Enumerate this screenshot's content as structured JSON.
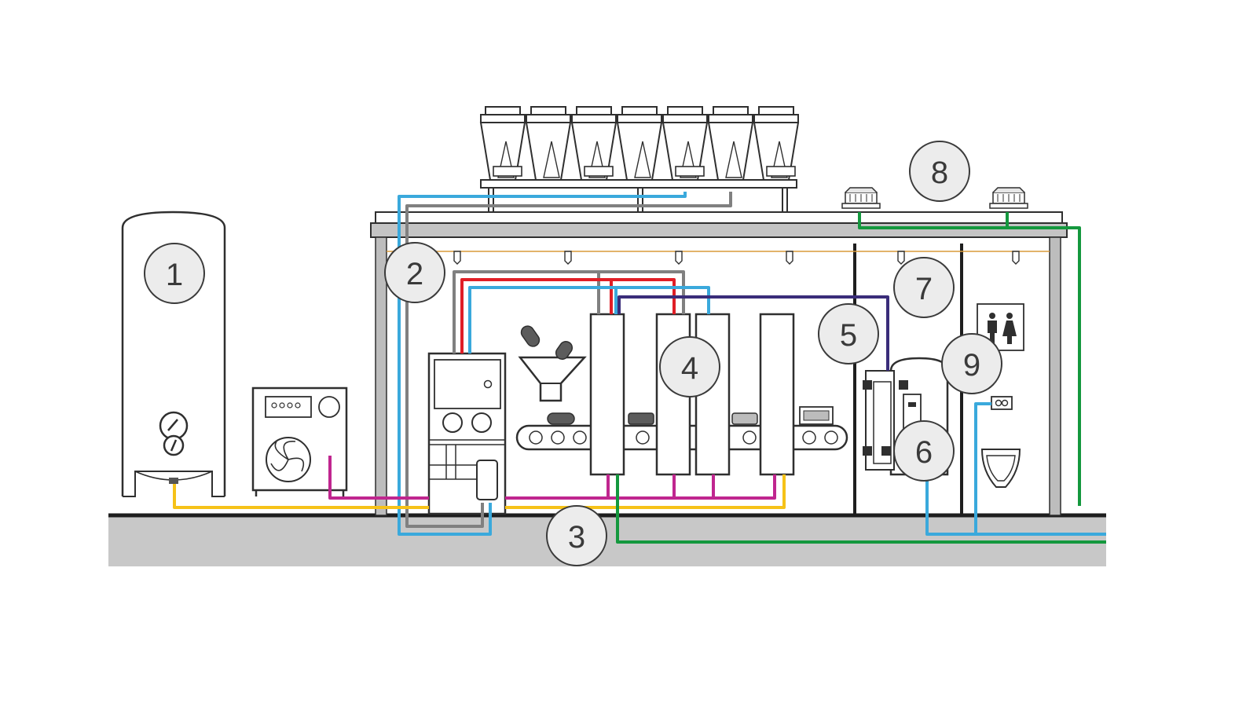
{
  "callouts": [
    {
      "label": "1"
    },
    {
      "label": "2"
    },
    {
      "label": "3"
    },
    {
      "label": "4"
    },
    {
      "label": "5"
    },
    {
      "label": "6"
    },
    {
      "label": "7"
    },
    {
      "label": "8"
    },
    {
      "label": "9"
    }
  ],
  "colors": {
    "cold_water": "#3aa9dc",
    "return_water": "#808080",
    "hot_water": "#e01e26",
    "compressed_air": "#c0268f",
    "gas": "#f6c218",
    "heating": "#3a2d7a",
    "drain": "#14983e",
    "floor": "#c8c8c8",
    "line": "#2f2f2f",
    "callout_fill": "#ececec"
  },
  "icons": {
    "storage_tank": "pressure-tank-icon",
    "air_unit": "air-compressor-icon",
    "boiler": "boiler-icon",
    "funnel": "hopper-icon",
    "conveyor": "conveyor-belt-icon",
    "cooling_towers": "cooling-tower-icon",
    "roof_fans": "roof-ventilator-icon",
    "restroom_sign": "restroom-icon",
    "urinal": "urinal-icon",
    "water_heater": "water-heater-icon",
    "lights": "ceiling-light-icon"
  }
}
